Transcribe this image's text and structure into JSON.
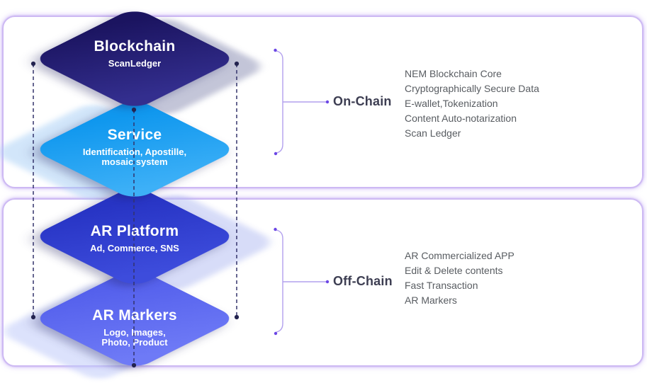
{
  "layers": [
    {
      "id": "blockchain",
      "title": "Blockchain",
      "subtitle_lines": [
        "ScanLedger"
      ]
    },
    {
      "id": "service",
      "title": "Service",
      "subtitle_lines": [
        "Identification, Apostille,",
        "mosaic system"
      ]
    },
    {
      "id": "ar-platform",
      "title": "AR Platform",
      "subtitle_lines": [
        "Ad, Commerce, SNS"
      ]
    },
    {
      "id": "ar-markers",
      "title": "AR Markers",
      "subtitle_lines": [
        "Logo, Images,",
        "Photo, Product"
      ]
    }
  ],
  "groups": [
    {
      "label": "On-Chain",
      "items": [
        "NEM Blockchain Core",
        "Cryptographically Secure Data",
        "E-wallet,Tokenization",
        "Content Auto-notarization",
        "Scan Ledger"
      ]
    },
    {
      "label": "Off-Chain",
      "items": [
        "AR Commercialized APP",
        "Edit & Delete contents",
        "Fast Transaction",
        "AR Markers"
      ]
    }
  ],
  "colors": {
    "panel_border": "#cdb9f3",
    "bracket": "#b2a0ee",
    "bracket_dot": "#6b46e5",
    "dashed_line": "#33336b",
    "node_dot": "#23234f",
    "chain_label_text": "#3d3e52",
    "list_text": "#585c61",
    "blockchain_fill": "#241d6b",
    "service_fill": "#1da1f2",
    "ar_platform_fill": "#3040d0",
    "ar_markers_fill": "#5e6af2"
  }
}
